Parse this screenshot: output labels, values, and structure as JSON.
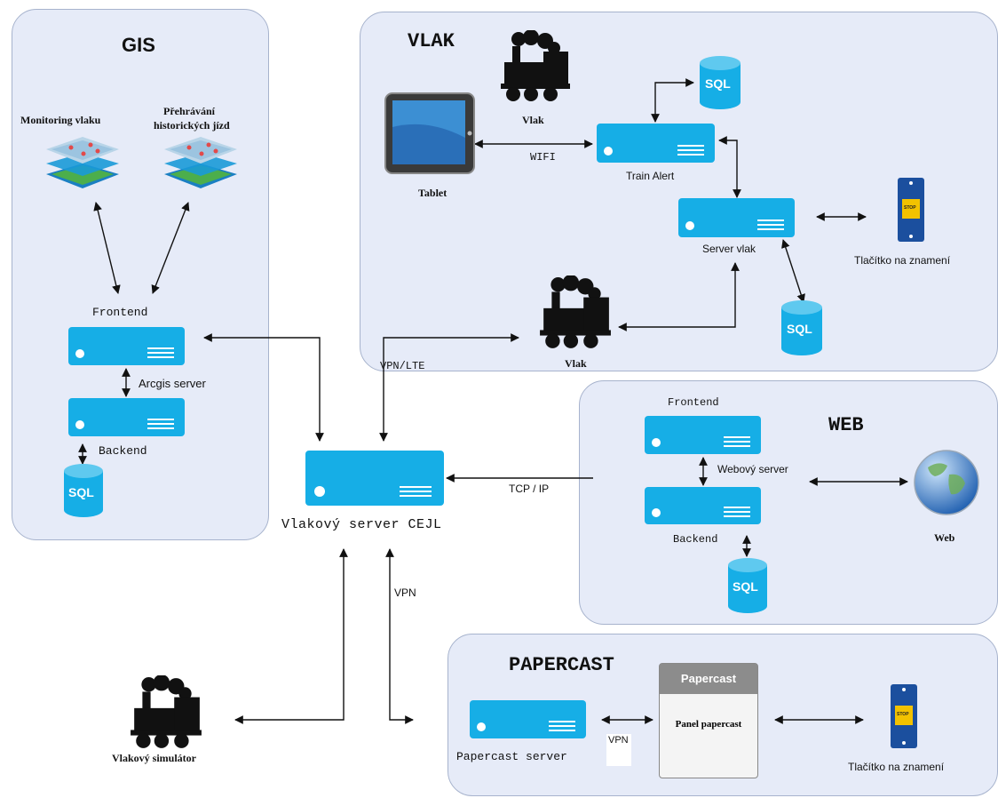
{
  "gis": {
    "title": "GIS",
    "monitoring_label": "Monitoring vlaku",
    "playback_label_1": "Přehrávání",
    "playback_label_2": "historických jízd",
    "frontend_label": "Frontend",
    "arcgis_label": "Arcgis server",
    "backend_label": "Backend",
    "sql_label": "SQL"
  },
  "vlak": {
    "title": "VLAK",
    "train_top_label": "Vlak",
    "tablet_label": "Tablet",
    "wifi_label": "WIFI",
    "train_alert_label": "Train Alert",
    "sql_top_label": "SQL",
    "server_label": "Server vlak",
    "button_label": "Tlačítko na znamení",
    "sql_bottom_label": "SQL",
    "train_bottom_label": "Vlak",
    "stop_text": "STOP"
  },
  "center": {
    "vpn_lte_label": "VPN/LTE",
    "server_label": "Vlakový server CEJL",
    "tcpip_label": "TCP / IP",
    "vpn_label": "VPN"
  },
  "web": {
    "title": "WEB",
    "frontend_label": "Frontend",
    "webserver_label": "Webový server",
    "backend_label": "Backend",
    "web_label": "Web",
    "sql_label": "SQL"
  },
  "papercast": {
    "title": "PAPERCAST",
    "server_label": "Papercast server",
    "vpn_label": "VPN",
    "panel_head": "Papercast",
    "panel_body": "Panel papercast",
    "button_label": "Tlačítko na znamení",
    "stop_text": "STOP"
  },
  "simulator": {
    "label": "Vlakový simulátor"
  },
  "colors": {
    "server_blue": "#16aee6",
    "panel_bg": "#e6ebf8",
    "panel_border": "#a7b3cd"
  }
}
